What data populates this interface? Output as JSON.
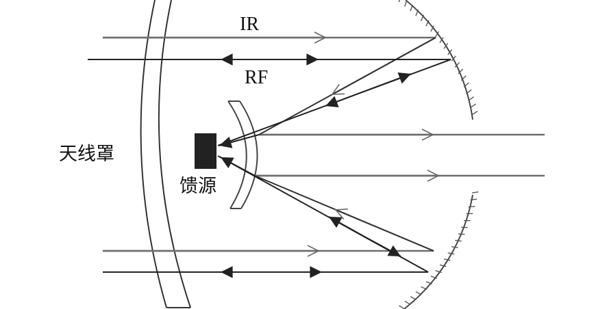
{
  "labels": {
    "ir": "IR",
    "rf": "RF",
    "radome": "天线罩",
    "feed": "馈源"
  },
  "colors": {
    "ir_line": "#6e6e6e",
    "rf_line": "#222222",
    "feed": "#222222"
  }
}
